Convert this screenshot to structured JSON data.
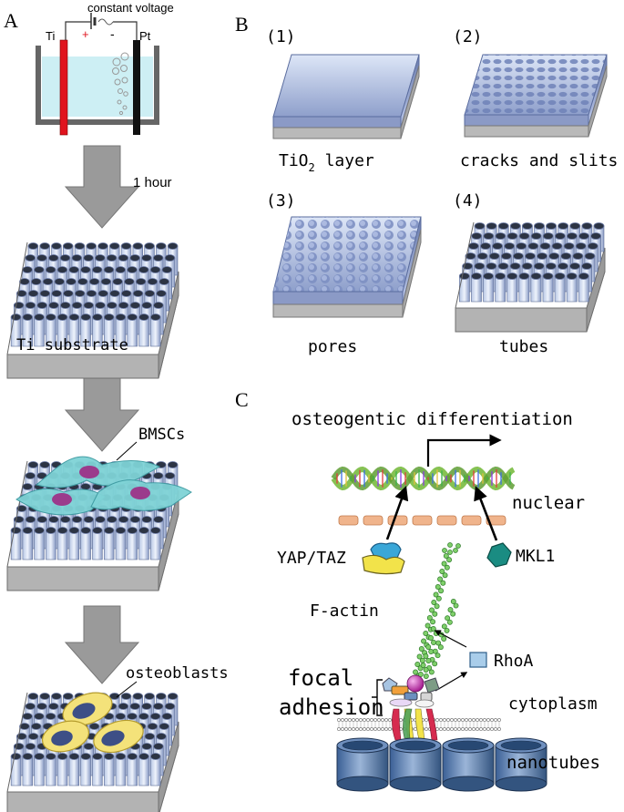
{
  "panels": {
    "a": "A",
    "b": "B",
    "c": "C"
  },
  "panel_a": {
    "cell_title": "constant voltage",
    "anode": "Ti",
    "cathode": "Pt",
    "plus": "+",
    "minus": "-",
    "step_time": "1 hour",
    "substrate": "Ti substrate",
    "bmscs": "BMSCs",
    "osteoblasts": "osteoblasts"
  },
  "panel_b": {
    "items": [
      {
        "index": "(1)",
        "caption_main": "TiO",
        "caption_sub": "2",
        "caption_tail": " layer"
      },
      {
        "index": "(2)",
        "caption_main": "cracks and slits",
        "caption_sub": "",
        "caption_tail": ""
      },
      {
        "index": "(3)",
        "caption_main": "pores",
        "caption_sub": "",
        "caption_tail": ""
      },
      {
        "index": "(4)",
        "caption_main": "tubes",
        "caption_sub": "",
        "caption_tail": ""
      }
    ]
  },
  "panel_c": {
    "title": "osteogentic differentiation",
    "nuclear": "nuclear",
    "yap": "YAP/TAZ",
    "mkl1": "MKL1",
    "factin": "F-actin",
    "rhoa": "RhoA",
    "focal1": "focal",
    "focal2": "adhesion",
    "cytoplasm": "cytoplasm",
    "nanotubes": "nanotubes"
  },
  "colors": {
    "electrode_ti": "#e0141e",
    "electrode_pt": "#111111",
    "electrolyte": "#cdeff4",
    "arrow_gray": "#9a9a9a",
    "tube_dark": "#2c3444",
    "tube_light": "#c9d6ee",
    "bmsc_cell": "#7fd3d6",
    "bmsc_nucleus": "#9b3b8c",
    "osteoblast": "#f4e27a",
    "osteoblast_nucleus": "#3d4f86",
    "dna_green": "#7fbf4a",
    "nuclear_pore": "#f0b48c",
    "mkl1": "#1a8c82",
    "yap_blue": "#3aa7d8",
    "yap_yellow": "#f2e34a",
    "rhoa": "#a9cdea"
  }
}
